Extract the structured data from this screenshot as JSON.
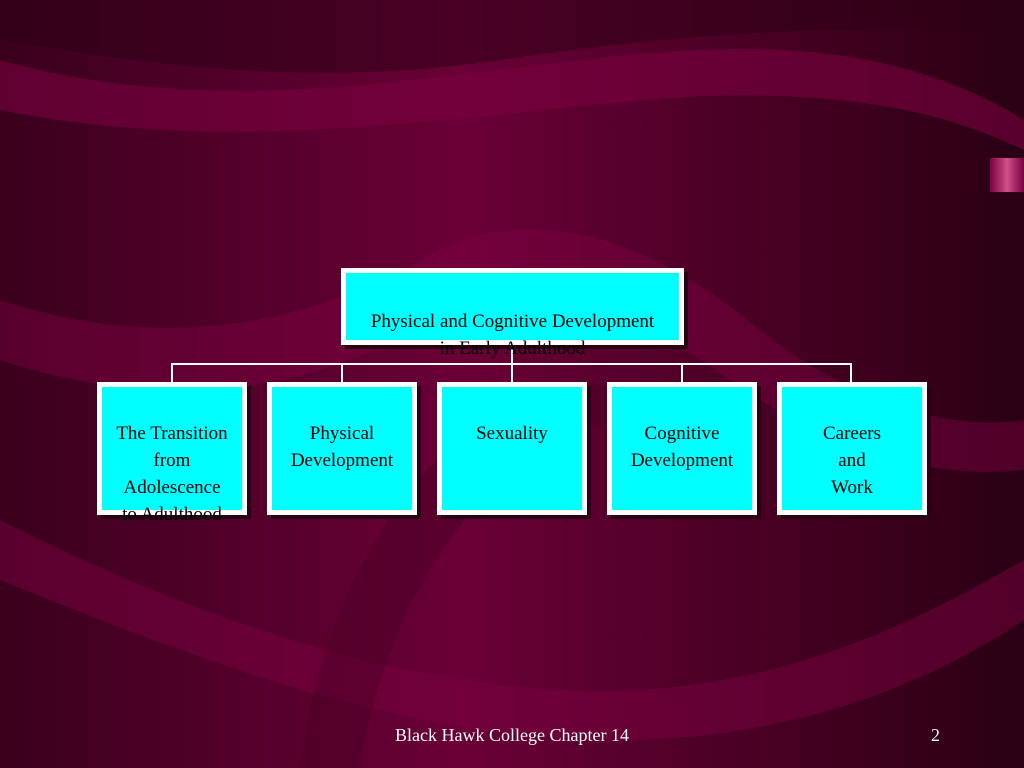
{
  "diagram": {
    "root": {
      "label": "Physical and Cognitive Development\nin Early Adulthood"
    },
    "children": [
      {
        "label": "The Transition\nfrom\nAdolescence\nto Adulthood"
      },
      {
        "label": "Physical\nDevelopment"
      },
      {
        "label": "Sexuality"
      },
      {
        "label": "Cognitive\nDevelopment"
      },
      {
        "label": "Careers\nand\nWork"
      }
    ]
  },
  "footer": {
    "title": "Black Hawk College Chapter 14",
    "page_number": "2"
  },
  "colors": {
    "background": "#5c0030",
    "box_fill": "#00ffff",
    "box_border": "#ffffff",
    "connector": "#ffffff",
    "text": "#000000",
    "footer_text": "#ffffff"
  }
}
